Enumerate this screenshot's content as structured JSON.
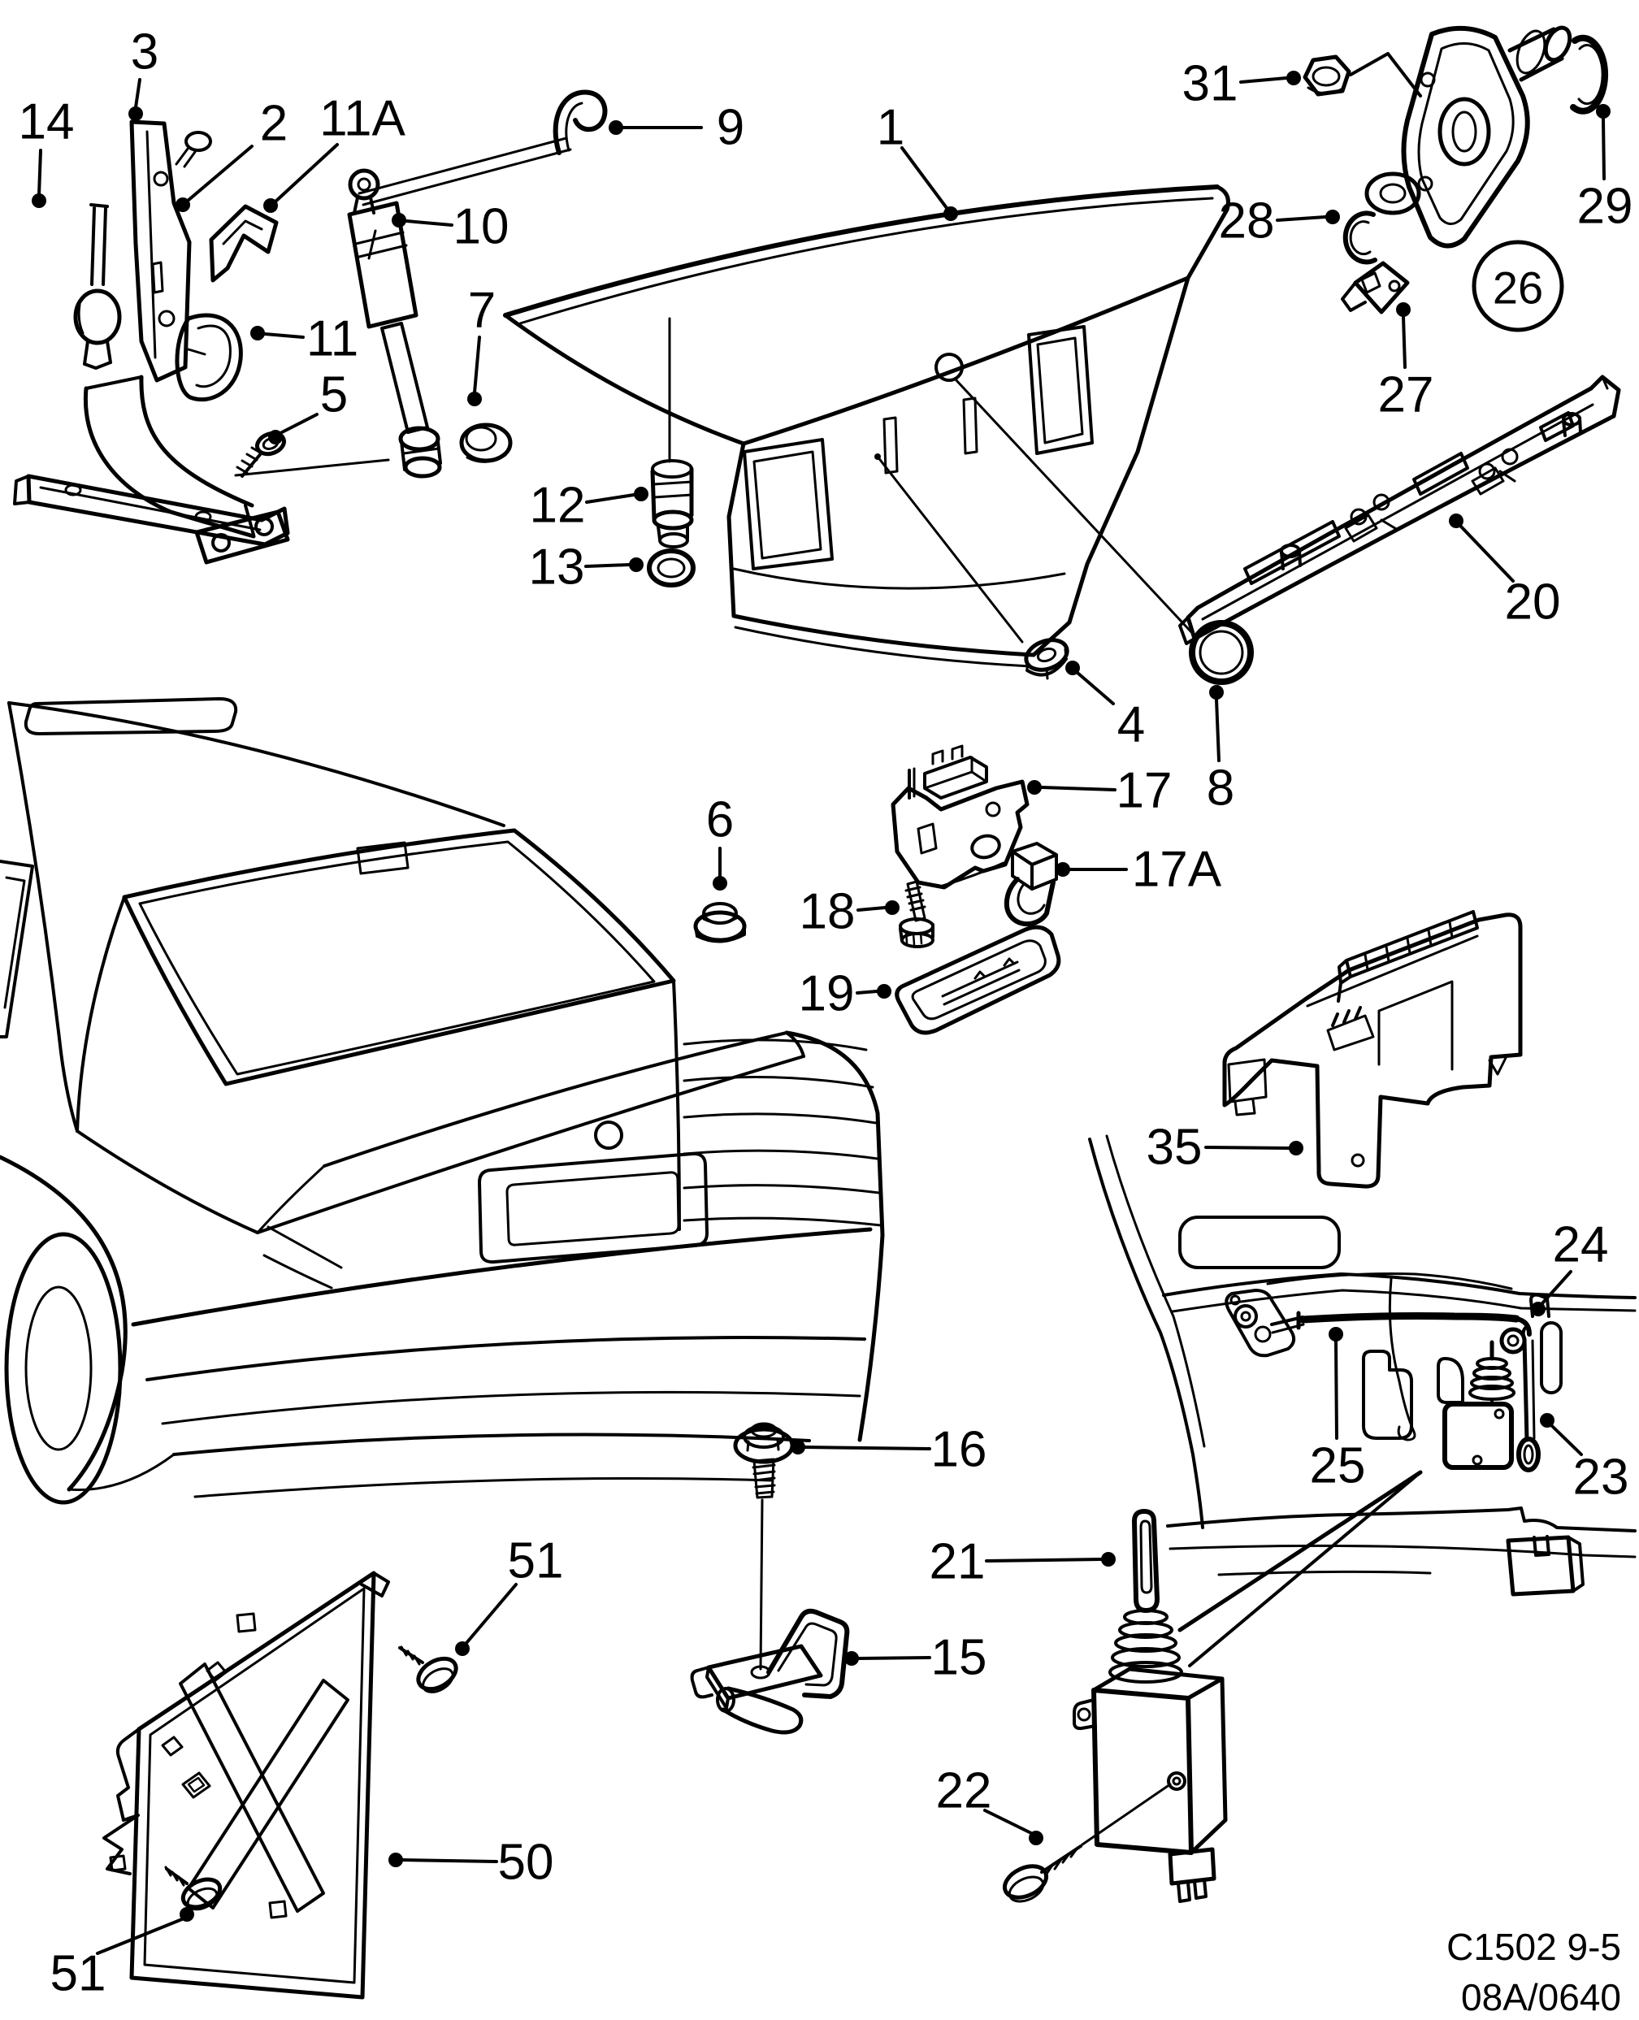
{
  "diagram": {
    "badge": {
      "label": "26"
    },
    "footer": {
      "drawing_code": "C1502 9-5",
      "revision_code": "08A/0640"
    },
    "callouts": [
      {
        "label": "3"
      },
      {
        "label": "14"
      },
      {
        "label": "2"
      },
      {
        "label": "11A"
      },
      {
        "label": "10"
      },
      {
        "label": "11"
      },
      {
        "label": "5"
      },
      {
        "label": "7"
      },
      {
        "label": "9"
      },
      {
        "label": "1"
      },
      {
        "label": "12"
      },
      {
        "label": "13"
      },
      {
        "label": "31"
      },
      {
        "label": "28"
      },
      {
        "label": "27"
      },
      {
        "label": "29"
      },
      {
        "label": "20"
      },
      {
        "label": "4"
      },
      {
        "label": "17"
      },
      {
        "label": "8"
      },
      {
        "label": "17A"
      },
      {
        "label": "18"
      },
      {
        "label": "19"
      },
      {
        "label": "6"
      },
      {
        "label": "35"
      },
      {
        "label": "24"
      },
      {
        "label": "25"
      },
      {
        "label": "23"
      },
      {
        "label": "16"
      },
      {
        "label": "21"
      },
      {
        "label": "15"
      },
      {
        "label": "22"
      },
      {
        "label": "51"
      },
      {
        "label": "50"
      },
      {
        "label": "51"
      }
    ]
  }
}
